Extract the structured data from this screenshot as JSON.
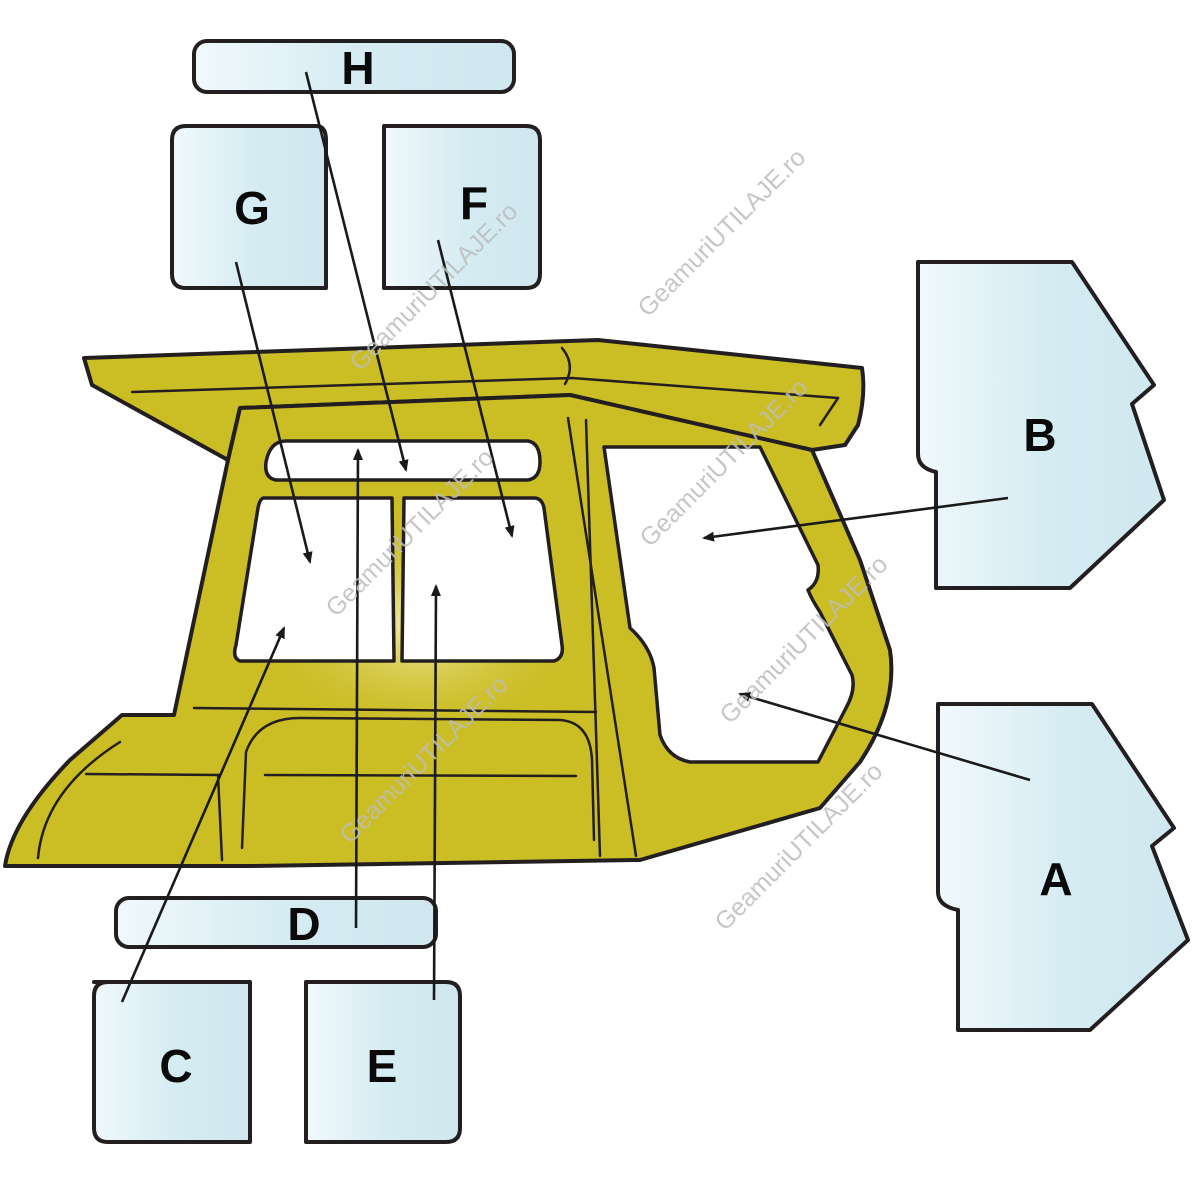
{
  "panels": {
    "A": "A",
    "B": "B",
    "C": "C",
    "D": "D",
    "E": "E",
    "F": "F",
    "G": "G",
    "H": "H"
  },
  "watermark": "GeamuriUTILAJE.ro",
  "colors": {
    "cab_body": "#cbbd24",
    "glass_light": "#d3eaf1",
    "glass_edge": "#eaf6f9",
    "outline": "#231f20",
    "watermark": "#bdbdbd"
  }
}
